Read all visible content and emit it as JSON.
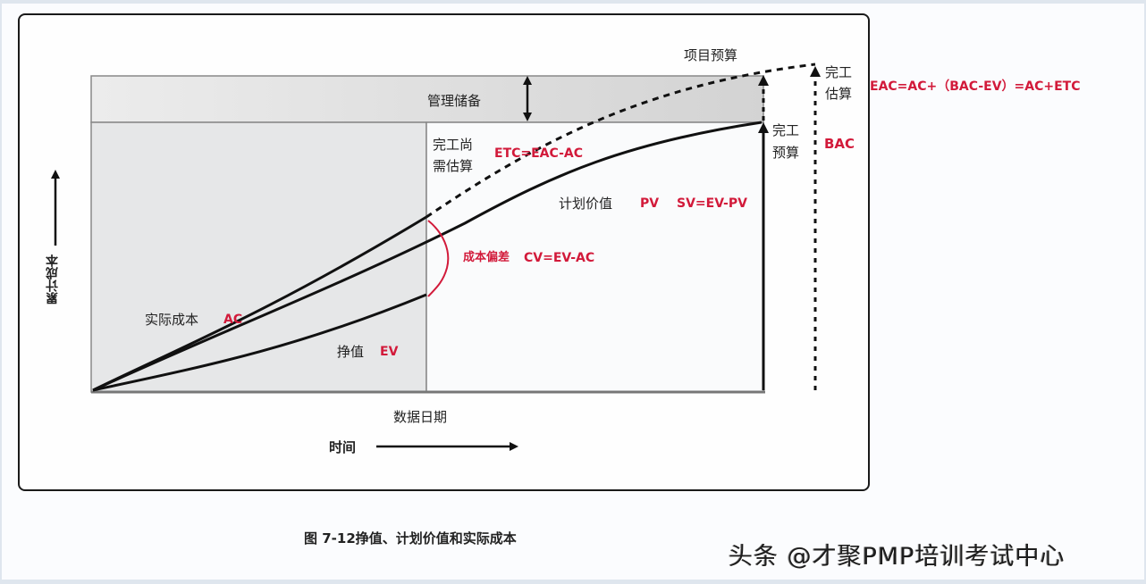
{
  "figure": {
    "caption": "图 7-12挣值、计划价值和实际成本",
    "watermark": "头条 @才聚PMP培训考试中心",
    "colors": {
      "accent_red": "#d21a3a",
      "line": "#111111",
      "reserve_band": "#d6d6d6",
      "past_region": "#e4e4e4"
    }
  },
  "labels": {
    "management_reserve": "管理储备",
    "project_budget": "项目预算",
    "eac_cn_1": "完工",
    "eac_cn_2": "估算",
    "eac_formula": "EAC=AC+（BAC-EV）=AC+ETC",
    "bac_cn_1": "完工",
    "bac_cn_2": "预算",
    "bac": "BAC",
    "etc_cn_1": "完工尚",
    "etc_cn_2": "需估算",
    "etc_formula": "ETC=EAC-AC",
    "pv_cn": "计划价值",
    "pv": "PV",
    "sv_formula": "SV=EV-PV",
    "cv_cn": "成本偏差",
    "cv_formula": "CV=EV-AC",
    "ac_cn": "实际成本",
    "ac": "AC",
    "ev_cn": "挣值",
    "ev": "EV",
    "data_date": "数据日期",
    "x_axis": "时间",
    "y_axis": "累计成本"
  },
  "chart_data": {
    "type": "line",
    "title": "挣值、计划价值和实际成本",
    "xlabel": "时间",
    "ylabel": "累计成本",
    "data_date_marker": "数据日期",
    "series": [
      {
        "name": "实际成本 AC",
        "style": "solid",
        "note": "ends at data date, highest"
      },
      {
        "name": "计划价值 PV",
        "style": "solid",
        "note": "S-curve reaching BAC at completion"
      },
      {
        "name": "挣值 EV",
        "style": "solid",
        "note": "ends at data date, lowest"
      },
      {
        "name": "完工尚需估算 ETC",
        "style": "dashed",
        "note": "projection from AC to EAC"
      }
    ],
    "levels": [
      "BAC 完工预算",
      "EAC 完工估算",
      "项目预算 = BAC + 管理储备"
    ],
    "annotations": [
      "ETC=EAC-AC",
      "SV=EV-PV",
      "CV=EV-AC",
      "EAC=AC+（BAC-EV）=AC+ETC"
    ]
  }
}
